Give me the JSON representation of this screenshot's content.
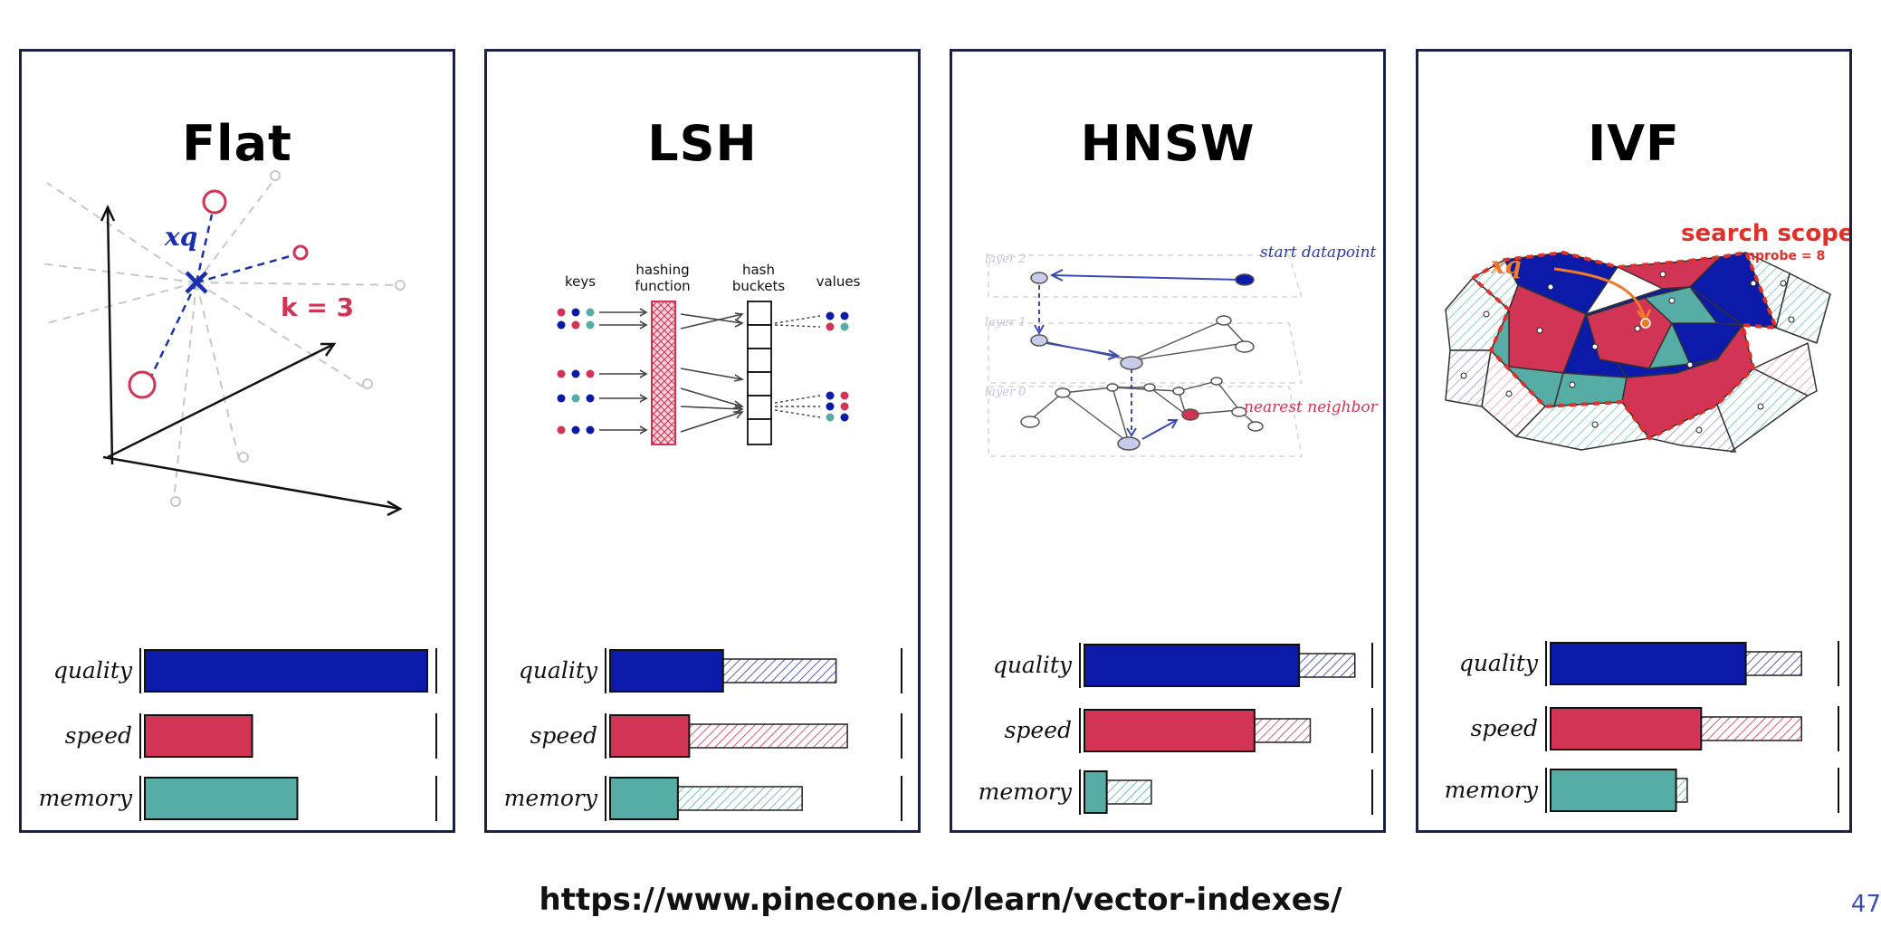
{
  "cards": [
    {
      "title": "Flat"
    },
    {
      "title": "LSH"
    },
    {
      "title": "HNSW"
    },
    {
      "title": "IVF"
    }
  ],
  "labels": {
    "flat_xq": "xq",
    "flat_k": "k = 3",
    "lsh_keys": "keys",
    "lsh_hashing": "hashing",
    "lsh_function": "function",
    "lsh_hash": "hash",
    "lsh_buckets": "buckets",
    "lsh_values": "values",
    "hnsw_layer2": "layer 2",
    "hnsw_layer1": "layer 1",
    "hnsw_layer0": "layer 0",
    "hnsw_start": "start datapoint",
    "hnsw_nearest": "nearest neighbor",
    "ivf_xq": "xq",
    "ivf_scope": "search scope",
    "ivf_nprobe": "nprobe = 8"
  },
  "metric_labels": [
    "quality",
    "speed",
    "memory"
  ],
  "chart_data": {
    "type": "bar",
    "categories": [
      "quality",
      "speed",
      "memory"
    ],
    "scale": [
      0,
      1
    ],
    "colors": {
      "quality": "#0b1aa8",
      "speed": "#d13454",
      "memory": "#56ada6"
    },
    "series": [
      {
        "name": "Flat",
        "values": [
          1.0,
          0.38,
          0.54
        ],
        "range_upper": [
          1.0,
          0.38,
          0.54
        ]
      },
      {
        "name": "LSH",
        "values": [
          0.4,
          0.28,
          0.24
        ],
        "range_upper": [
          0.8,
          0.84,
          0.68
        ]
      },
      {
        "name": "HNSW",
        "values": [
          0.77,
          0.61,
          0.08
        ],
        "range_upper": [
          0.97,
          0.81,
          0.24
        ]
      },
      {
        "name": "IVF",
        "values": [
          0.7,
          0.54,
          0.45
        ],
        "range_upper": [
          0.9,
          0.9,
          0.49
        ]
      }
    ]
  },
  "footer": {
    "url": "https://www.pinecone.io/learn/vector-indexes/",
    "page": "47"
  }
}
